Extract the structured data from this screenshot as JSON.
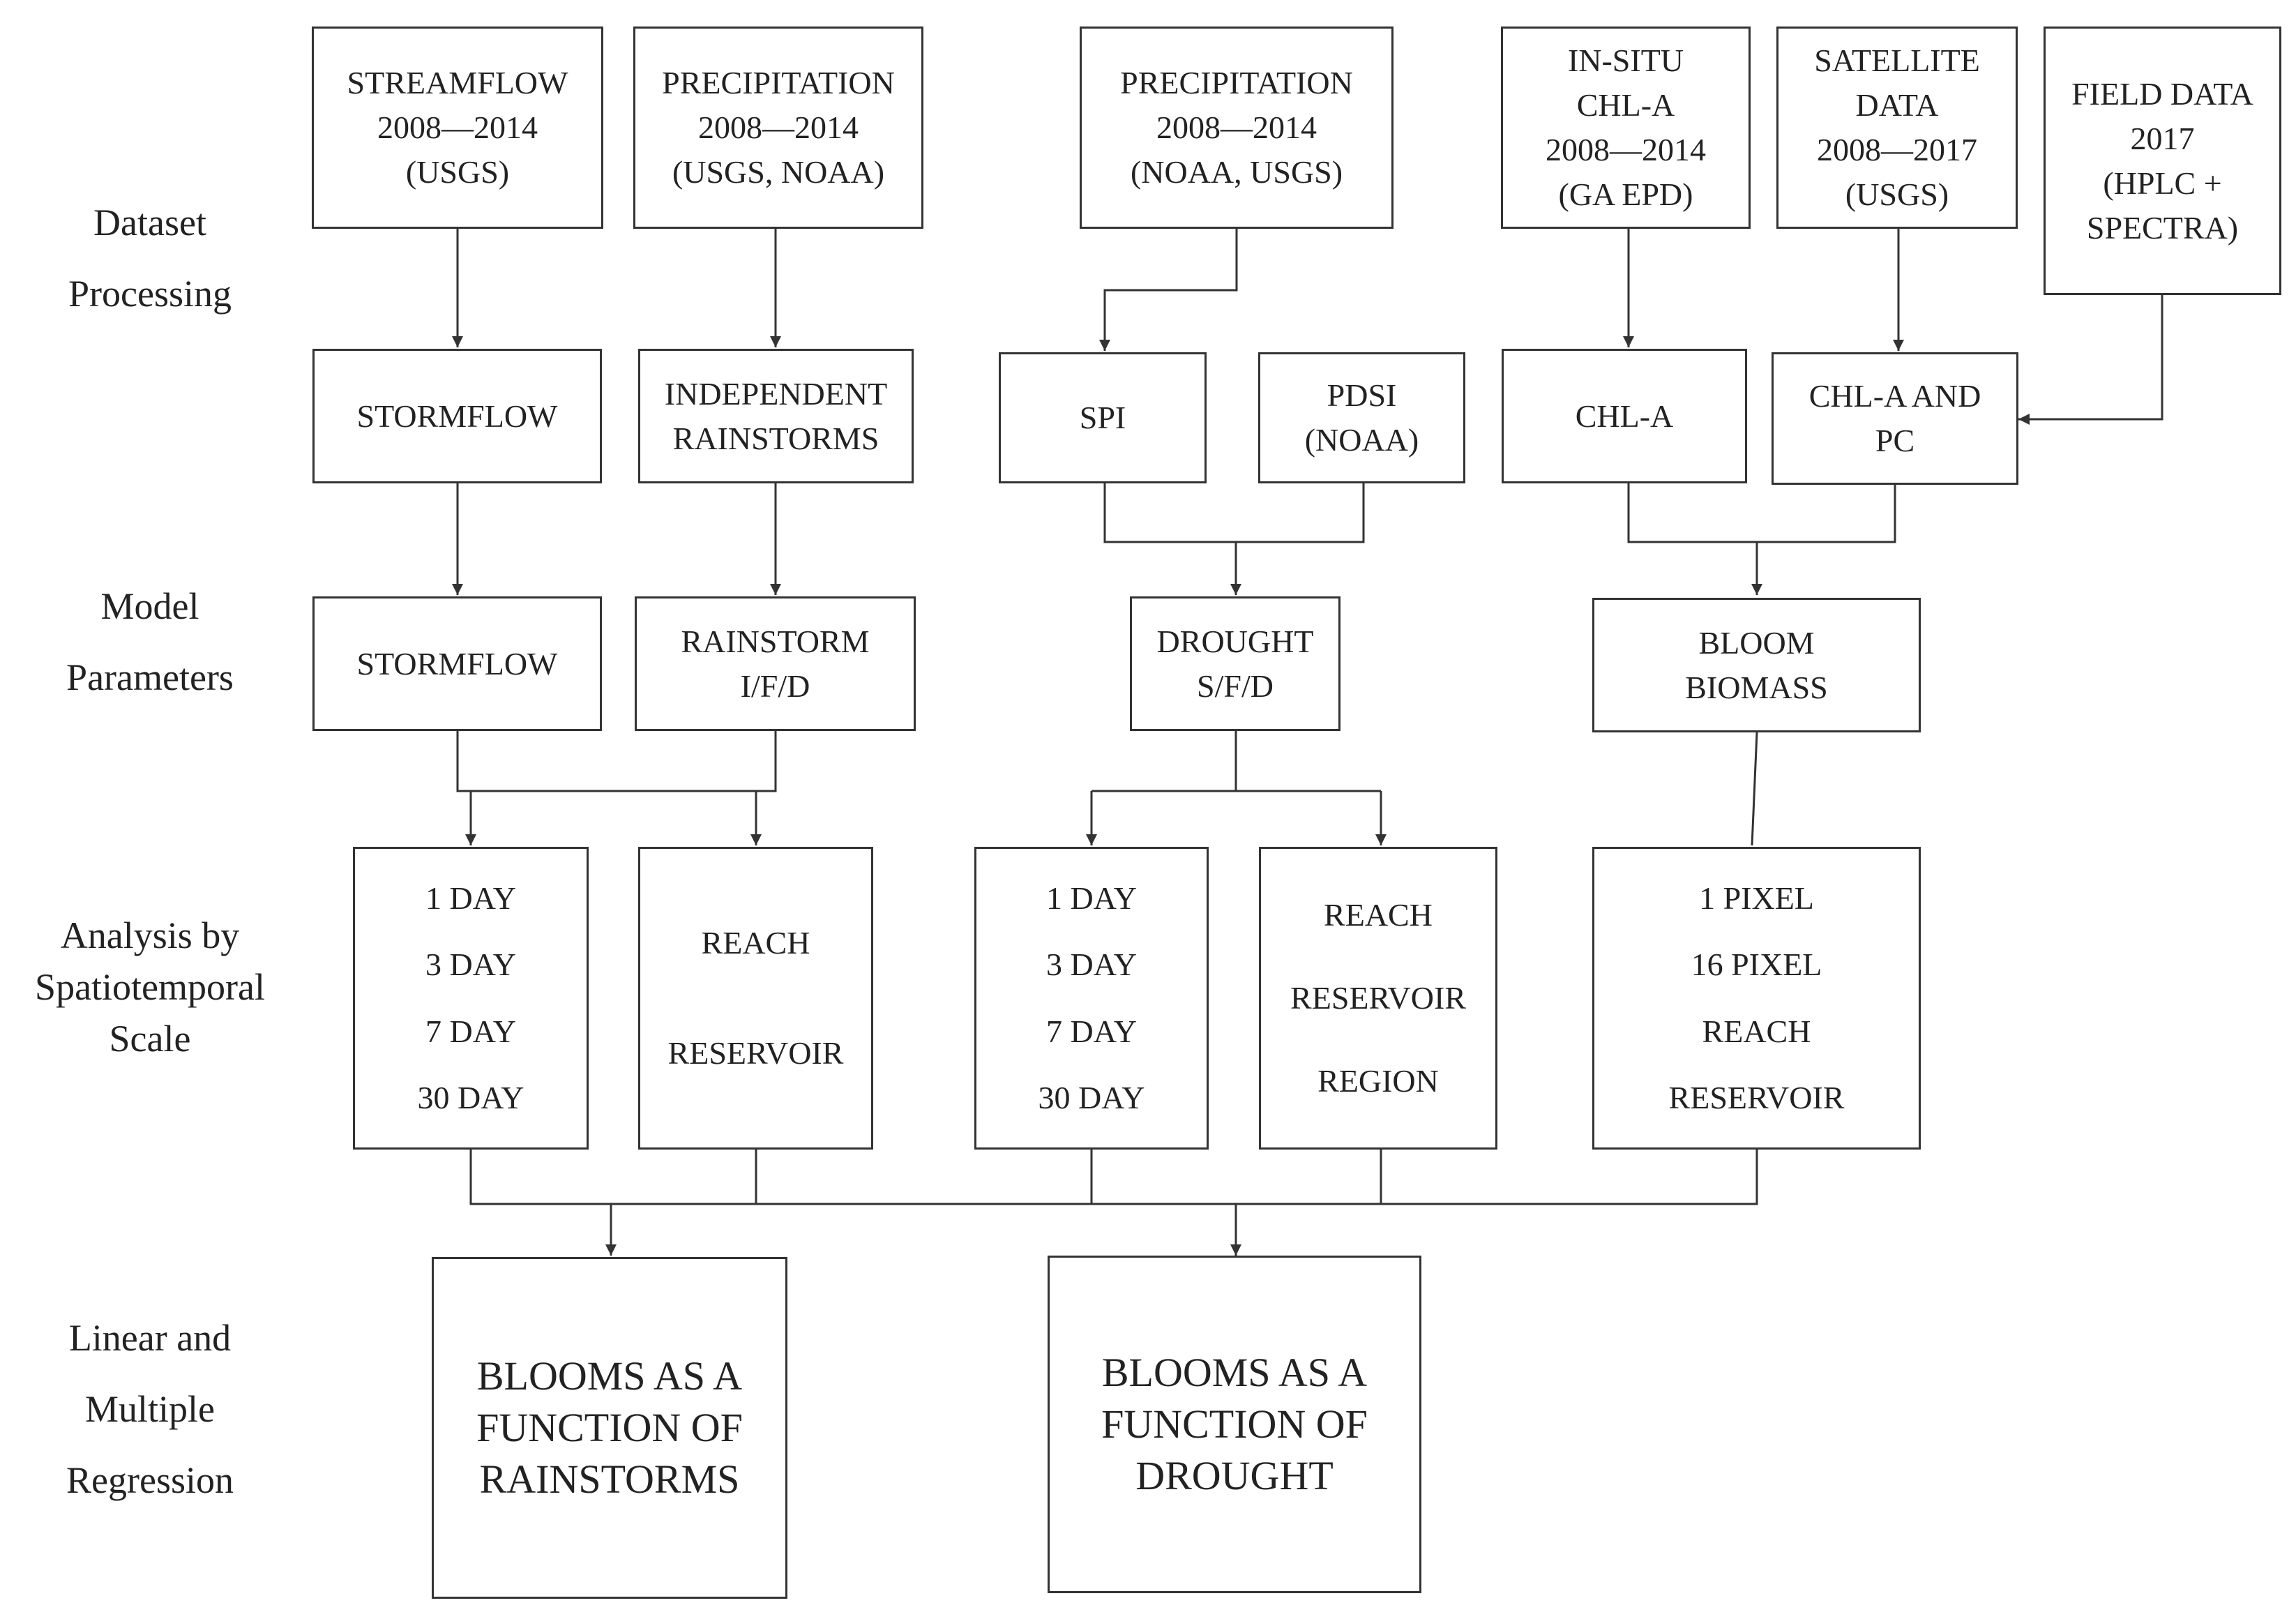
{
  "stages": {
    "dataset_processing": [
      "Dataset",
      "Processing"
    ],
    "model_parameters": [
      "Model",
      "Parameters"
    ],
    "analysis_scale": [
      "Analysis by",
      "Spatiotemporal",
      "Scale"
    ],
    "regression": [
      "Linear and",
      "Multiple",
      "Regression"
    ]
  },
  "boxes": {
    "streamflow_data": [
      "STREAMFLOW",
      "2008—2014",
      "(USGS)"
    ],
    "precip_data_a": [
      "PRECIPITATION",
      "2008—2014",
      "(USGS, NOAA)"
    ],
    "precip_data_b": [
      "PRECIPITATION",
      "2008—2014",
      "(NOAA, USGS)"
    ],
    "insitu_chla_data": [
      "IN-SITU",
      "CHL-A",
      "2008—2014",
      "(GA EPD)"
    ],
    "satellite_data": [
      "SATELLITE",
      "DATA",
      "2008—2017",
      "(USGS)"
    ],
    "field_data": [
      "FIELD DATA",
      "2017",
      "(HPLC +",
      "SPECTRA)"
    ],
    "stormflow_processed": [
      "STORMFLOW"
    ],
    "independent_rainstorms": [
      "INDEPENDENT",
      "RAINSTORMS"
    ],
    "spi": [
      "SPI"
    ],
    "pdsi": [
      "PDSI",
      "(NOAA)"
    ],
    "chla": [
      "CHL-A"
    ],
    "chla_pc": [
      "CHL-A AND",
      "PC"
    ],
    "stormflow_param": [
      "STORMFLOW"
    ],
    "rainstorm_ifd": [
      "RAINSTORM",
      "I/F/D"
    ],
    "drought_sfd": [
      "DROUGHT",
      "S/F/D"
    ],
    "bloom_biomass": [
      "BLOOM",
      "BIOMASS"
    ],
    "temporal_rain": [
      "1 DAY",
      "3 DAY",
      "7 DAY",
      "30 DAY"
    ],
    "spatial_rain": [
      "REACH",
      "RESERVOIR"
    ],
    "temporal_drought": [
      "1 DAY",
      "3 DAY",
      "7 DAY",
      "30 DAY"
    ],
    "spatial_drought": [
      "REACH",
      "RESERVOIR",
      "REGION"
    ],
    "spatial_bloom": [
      "1 PIXEL",
      "16 PIXEL",
      "REACH",
      "RESERVOIR"
    ],
    "blooms_rainstorms": [
      "BLOOMS AS A",
      "FUNCTION OF",
      "RAINSTORMS"
    ],
    "blooms_drought": [
      "BLOOMS AS A",
      "FUNCTION OF",
      "DROUGHT"
    ]
  },
  "colors": {
    "line": "#333333",
    "text": "#222222",
    "background": "#ffffff"
  }
}
